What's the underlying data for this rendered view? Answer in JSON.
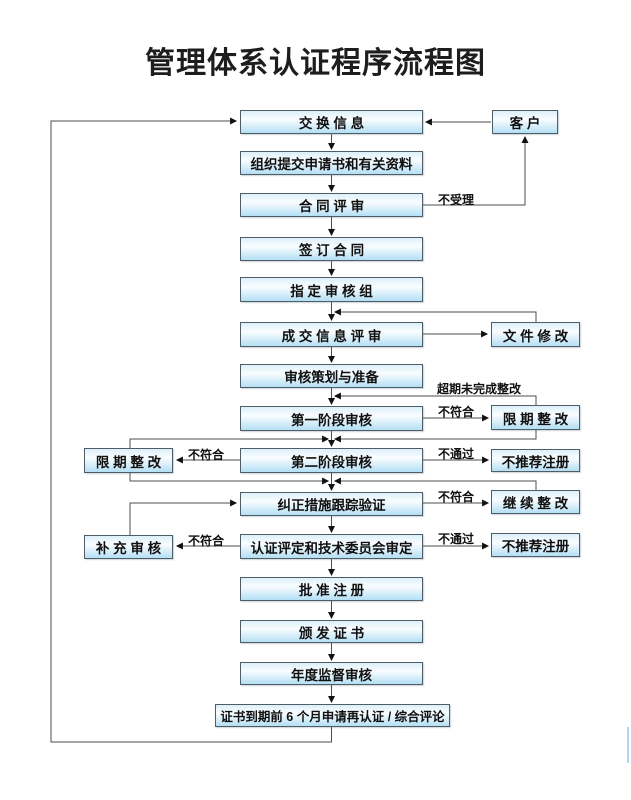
{
  "title": "管理体系认证程序流程图",
  "nodes": {
    "exchange_info": {
      "label": "交 换 信 息"
    },
    "submit_application": {
      "label": "组织提交申请书和有关资料"
    },
    "contract_review": {
      "label": "合 同 评 审"
    },
    "sign_contract": {
      "label": "签 订 合 同"
    },
    "assign_audit_team": {
      "label": "指 定 审 核 组"
    },
    "transaction_info_review": {
      "label": "成 交 信 息 评 审"
    },
    "audit_planning": {
      "label": "审核策划与准备"
    },
    "stage1_audit": {
      "label": "第一阶段审核"
    },
    "stage2_audit": {
      "label": "第二阶段审核"
    },
    "corrective_action_verification": {
      "label": "纠正措施跟踪验证"
    },
    "certification_evaluation": {
      "label": "认证评定和技术委员会审定"
    },
    "approve_registration": {
      "label": "批 准 注 册"
    },
    "issue_certificate": {
      "label": "颁 发 证 书"
    },
    "annual_surveillance_audit": {
      "label": "年度监督审核"
    },
    "recertification": {
      "label": "证书到期前 6 个月申请再认证 / 综合评论"
    },
    "customer": {
      "label": "客 户"
    },
    "document_modification": {
      "label": "文 件 修 改"
    },
    "deadline_rectification_right": {
      "label": "限 期 整 改"
    },
    "not_recommend_registration_1": {
      "label": "不推荐注册"
    },
    "continue_rectification": {
      "label": "继 续 整 改"
    },
    "not_recommend_registration_2": {
      "label": "不推荐注册"
    },
    "deadline_rectification_left": {
      "label": "限 期 整 改"
    },
    "supplementary_audit": {
      "label": "补 充 审 核"
    }
  },
  "edge_labels": {
    "not_accepted": "不受理",
    "overdue_rectification": "超期未完成整改",
    "stage1_nonconforming": "不符合",
    "stage2_fail": "不通过",
    "stage2_nonconforming": "不符合",
    "corrective_nonconforming": "不符合",
    "evaluation_fail": "不通过",
    "evaluation_nonconforming": "不符合"
  },
  "colors": {
    "box_fill_top": "#dcf0fa",
    "box_fill_mid": "#fafdff",
    "box_fill_bottom": "#b4dff4",
    "box_border": "#4f5e66",
    "connector_line": "#4d4d4d",
    "arrowhead": "#111111",
    "text": "#101010",
    "background": "#ffffff"
  }
}
